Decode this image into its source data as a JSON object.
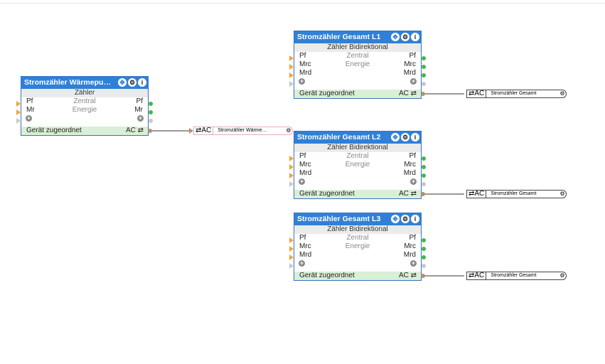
{
  "blocks": [
    {
      "title": "Stromzähler Wärmepu…",
      "subtitle": "Zähler",
      "inputs": [
        "Pf",
        "Mr"
      ],
      "outputs": [
        "Pf",
        "Mr"
      ],
      "center": [
        "Zentral",
        "Energie"
      ],
      "footer_left": "Gerät zugeordnet",
      "footer_right": "AC ⇄"
    },
    {
      "title": "Stromzähler Gesamt L1",
      "subtitle": "Zähler Bidirektional",
      "inputs": [
        "Pf",
        "Mrc",
        "Mrd"
      ],
      "outputs": [
        "Pf",
        "Mrc",
        "Mrd"
      ],
      "center": [
        "Zentral",
        "Energie"
      ],
      "footer_left": "Gerät zugeordnet",
      "footer_right": "AC ⇄"
    },
    {
      "title": "Stromzähler Gesamt L2",
      "subtitle": "Zähler Bidirektional",
      "inputs": [
        "Pf",
        "Mrc",
        "Mrd"
      ],
      "outputs": [
        "Pf",
        "Mrc",
        "Mrd"
      ],
      "center": [
        "Zentral",
        "Energie"
      ],
      "footer_left": "Gerät zugeordnet",
      "footer_right": "AC ⇄"
    },
    {
      "title": "Stromzähler Gesamt L3",
      "subtitle": "Zähler Bidirektional",
      "inputs": [
        "Pf",
        "Mrc",
        "Mrd"
      ],
      "outputs": [
        "Pf",
        "Mrc",
        "Mrd"
      ],
      "center": [
        "Zentral",
        "Energie"
      ],
      "footer_left": "Gerät zugeordnet",
      "footer_right": "AC ⇄"
    }
  ],
  "refs": [
    {
      "tag": "⇄AC",
      "name": "Stromzähler Wärme…"
    },
    {
      "tag": "⇄AC",
      "name": "Stromzähler Gesamt"
    },
    {
      "tag": "⇄AC",
      "name": "Stromzähler Gesamt"
    },
    {
      "tag": "⇄AC",
      "name": "Stromzähler Gesamt"
    }
  ],
  "icons": {
    "move": "move-icon",
    "settings": "gear-icon",
    "info": "info-icon",
    "add": "plus-icon"
  },
  "colors": {
    "header": "#2f80d8",
    "footer": "#d9efd6",
    "input_pin": "#f2a33a",
    "output_pin": "#45b649"
  }
}
